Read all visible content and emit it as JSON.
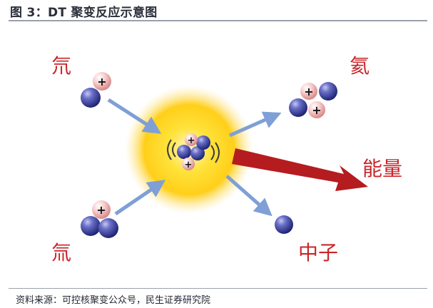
{
  "header": {
    "figure_title": "图 3：DT 聚变反应示意图"
  },
  "diagram": {
    "labels": {
      "deuterium": "氘",
      "tritium": "氚",
      "helium": "氦",
      "energy": "能量",
      "neutron": "中子"
    },
    "proton_sign": "+",
    "colors": {
      "label_red": "#c8262a",
      "proton_pink": "#f0b8b8",
      "neutron_blue": "#3e44a8",
      "arrow_blue": "#7f9fd6",
      "energy_arrow_red": "#b51c1f",
      "glow_core": "#ffd21e",
      "glow_outer": "#fbe79a"
    }
  },
  "footer": {
    "source": "资料来源：可控核聚变公众号，民生证券研究院"
  }
}
